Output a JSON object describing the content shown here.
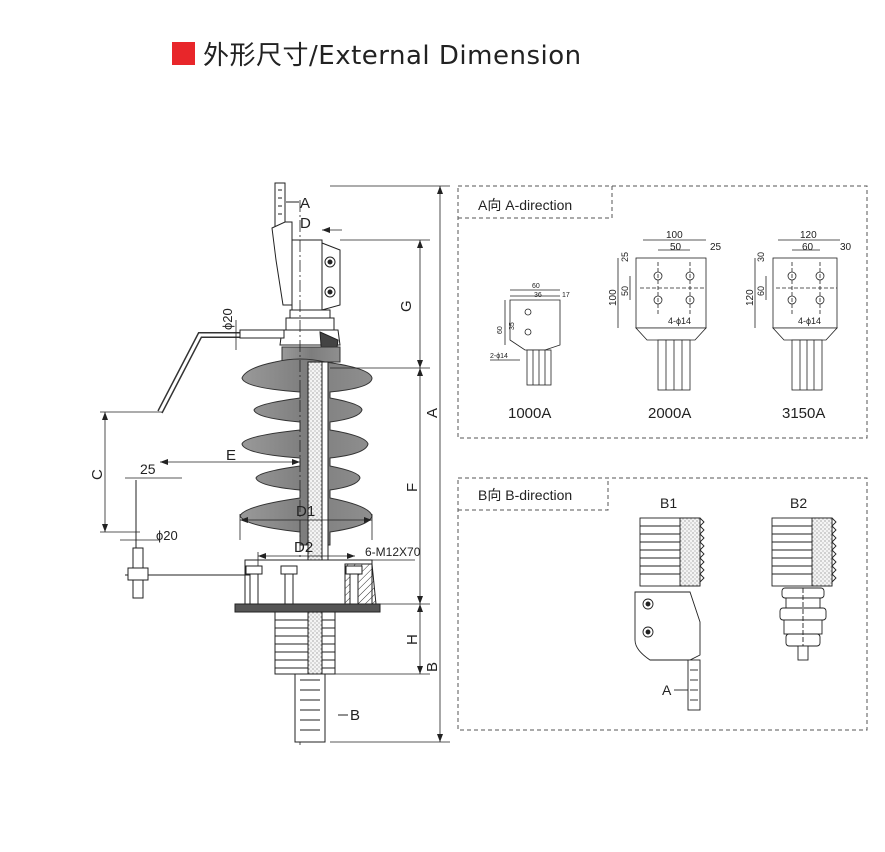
{
  "title": "外形尺寸/External Dimension",
  "colors": {
    "accent": "#e8262a",
    "line": "#222222",
    "shed": "#8a8a8a",
    "dashed": "#555555"
  },
  "main": {
    "labels": {
      "A": "A",
      "B": "B",
      "C": "C",
      "D": "D",
      "D1": "D1",
      "D2": "D2",
      "E": "E",
      "F": "F",
      "G": "G",
      "H": "H",
      "phi20_top": "ϕ20",
      "phi20_bottom": "ϕ20",
      "dim25": "25",
      "bolt_spec": "6-M12X70",
      "arrow_a": "A",
      "arrow_b": "B"
    }
  },
  "panel_a": {
    "header": "A向 A-direction",
    "views": [
      {
        "caption": "1000A",
        "dims": [
          "60",
          "36",
          "17",
          "60",
          "35",
          "2-ϕ14"
        ]
      },
      {
        "caption": "2000A",
        "dims": [
          "100",
          "50",
          "25",
          "25",
          "50",
          "100",
          "4-ϕ14"
        ]
      },
      {
        "caption": "3150A",
        "dims": [
          "120",
          "60",
          "30",
          "30",
          "60",
          "120",
          "4-ϕ14"
        ]
      }
    ]
  },
  "panel_b": {
    "header": "B向 B-direction",
    "views": [
      {
        "caption": "B1"
      },
      {
        "caption": "B2"
      }
    ],
    "arrow_a": "A"
  }
}
